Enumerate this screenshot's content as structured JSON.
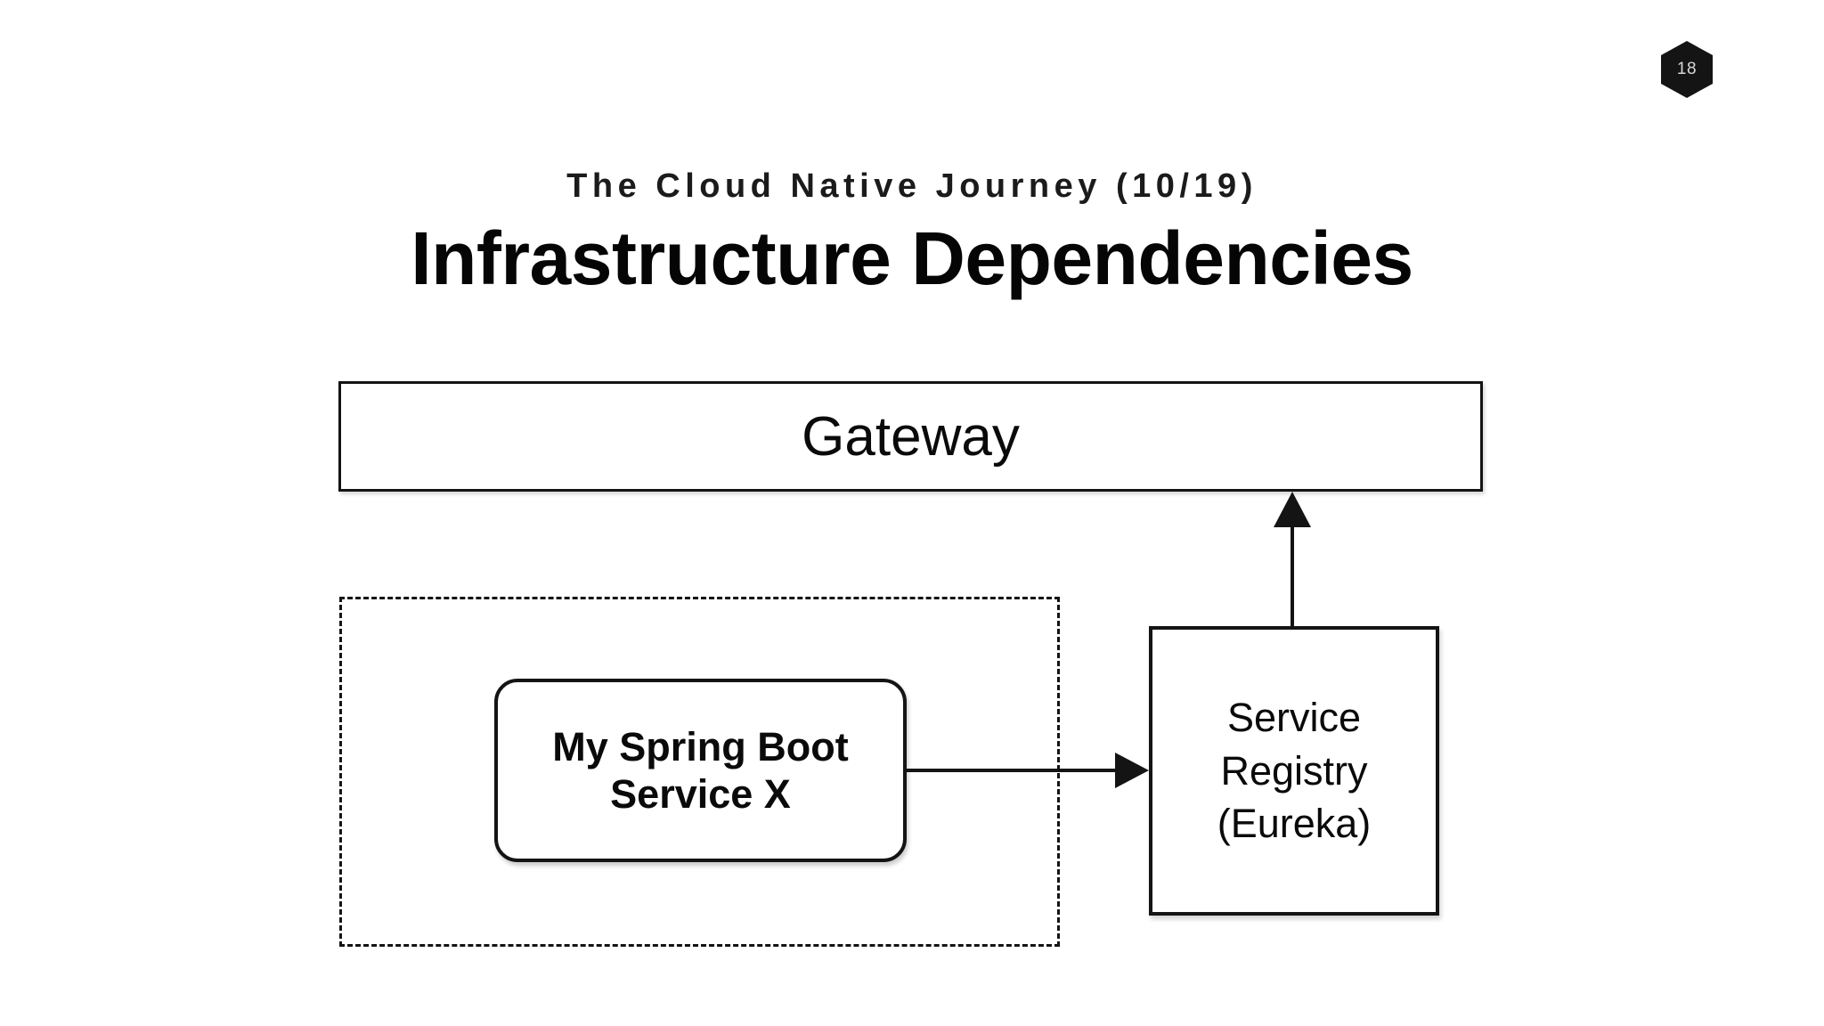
{
  "slide": {
    "page_number": "18",
    "eyebrow": "The Cloud Native Journey (10/19)",
    "title": "Infrastructure Dependencies",
    "background_color": "#ffffff",
    "ink_color": "#141414",
    "badge_color": "#141414",
    "badge_text_color": "#d8d8d8"
  },
  "diagram": {
    "type": "block-architecture",
    "nodes": {
      "gateway": {
        "label": "Gateway",
        "shape": "rectangle",
        "stroke": "#141414",
        "fill": "#ffffff"
      },
      "service": {
        "line1": "My Spring Boot",
        "line2": "Service X",
        "shape": "rounded-rectangle",
        "stroke": "#141414",
        "fill": "#ffffff"
      },
      "registry": {
        "line1": "Service",
        "line2": "Registry",
        "line3": "(Eureka)",
        "shape": "rectangle",
        "stroke": "#141414",
        "fill": "#ffffff"
      },
      "boundary": {
        "label": "",
        "shape": "dashed-rectangle",
        "stroke": "#141414"
      }
    },
    "edges": [
      {
        "name": "service-to-registry",
        "from": "service",
        "to": "registry",
        "direction": "right",
        "style": "solid-arrow"
      },
      {
        "name": "registry-to-gateway",
        "from": "registry",
        "to": "gateway",
        "direction": "up",
        "style": "solid-arrow"
      }
    ]
  }
}
